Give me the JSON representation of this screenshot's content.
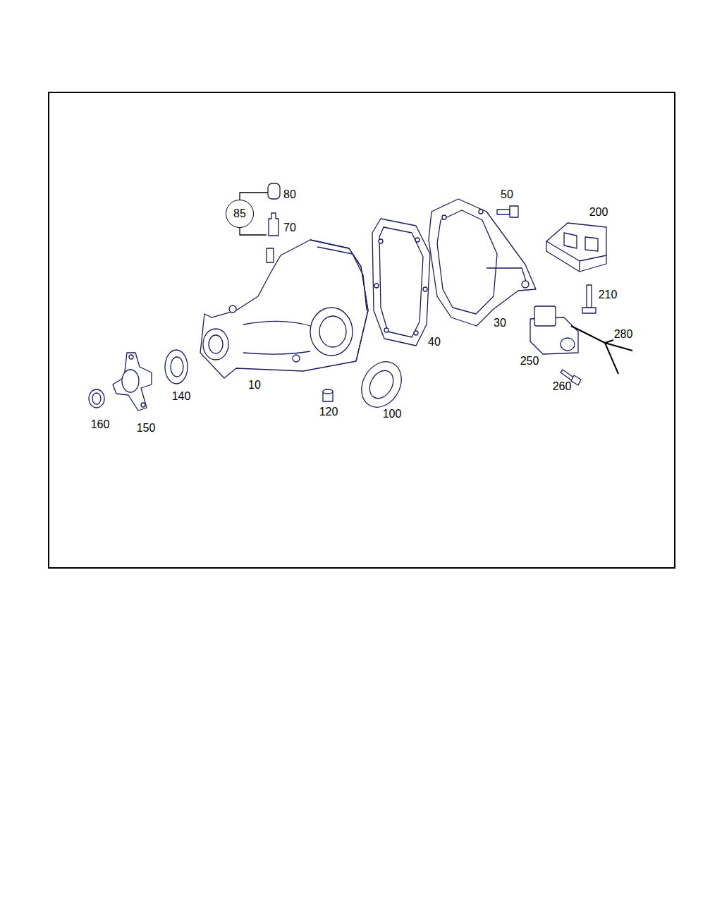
{
  "diagram": {
    "nodes": [
      {
        "text": [
          "85"
        ]
      }
    ],
    "labels": [
      "80",
      "70",
      "50",
      "200",
      "210",
      "280",
      "30",
      "40",
      "10",
      "140",
      "150",
      "160",
      "120",
      "100",
      "250",
      "260"
    ]
  }
}
